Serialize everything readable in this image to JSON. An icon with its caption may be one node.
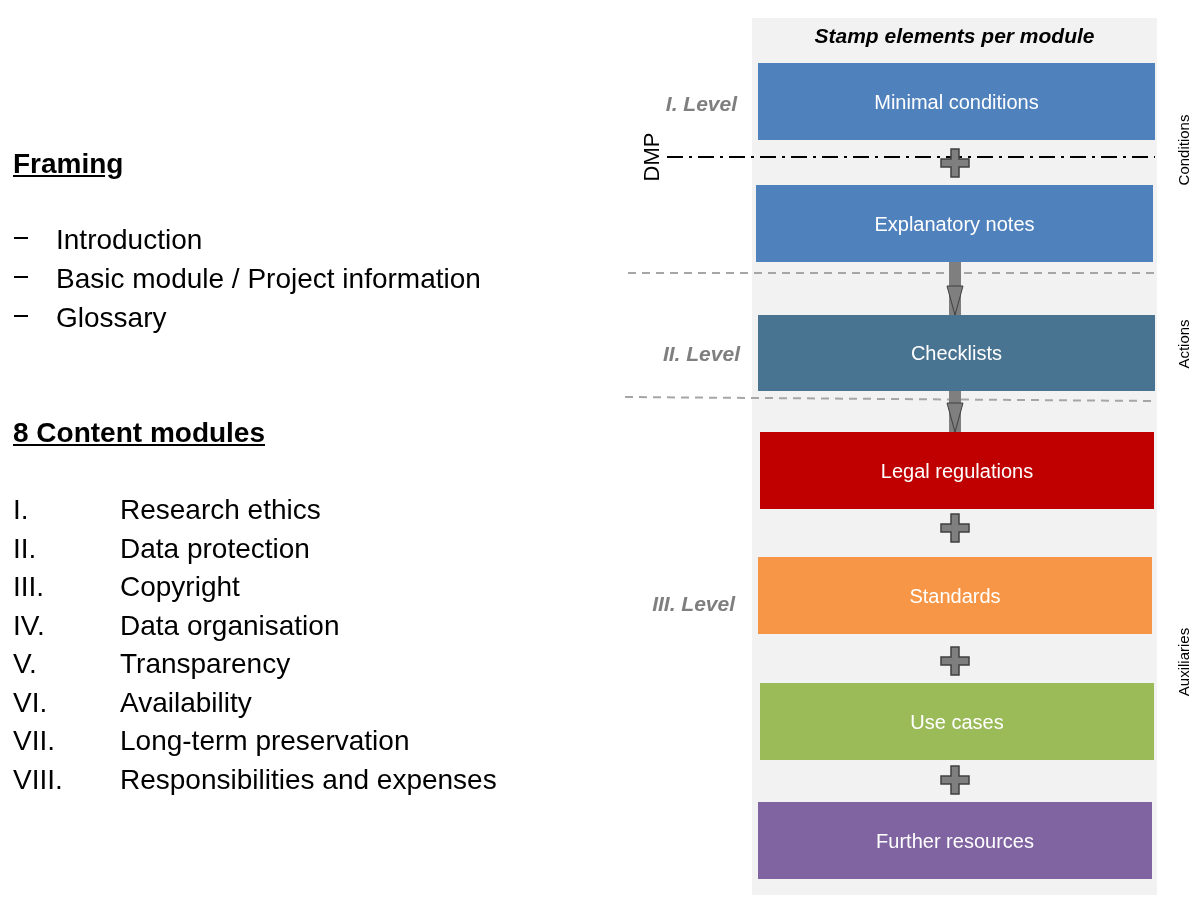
{
  "diagram": {
    "nodes": [
      {
        "text": [
          "Stamp elements per module"
        ]
      },
      {
        "text": [
          "Minimal conditions"
        ],
        "in": 0
      },
      {
        "text": [
          "Explanatory notes"
        ],
        "in": 0
      },
      {
        "text": [
          "Checklists"
        ],
        "in": 0
      },
      {
        "text": [
          "Legal regulations"
        ],
        "in": 0
      },
      {
        "text": [
          "Standards"
        ],
        "in": 0
      },
      {
        "text": [
          "Use cases"
        ],
        "in": 0
      },
      {
        "text": [
          "Further resources"
        ],
        "in": 0
      }
    ],
    "edges": [
      {
        "from": 2,
        "to": 3,
        "arrow": "to"
      },
      {
        "from": 3,
        "to": 4,
        "arrow": "to"
      }
    ],
    "labels": [
      "Framing",
      "Introduction",
      "Basic module / Project information",
      "Glossary",
      "8 Content modules",
      "I.",
      "Research ethics",
      "II.",
      "Data protection",
      "III.",
      "Copyright",
      "IV.",
      "Data organisation",
      "V.",
      "Transparency",
      "VI.",
      "Availability",
      "VII.",
      "Long-term preservation",
      "VIII.",
      "Responsibilities and expenses",
      "I. Level",
      "DMP",
      "II. Level",
      "III. Level",
      "Conditions",
      "Actions",
      "Auxiliaries"
    ]
  }
}
